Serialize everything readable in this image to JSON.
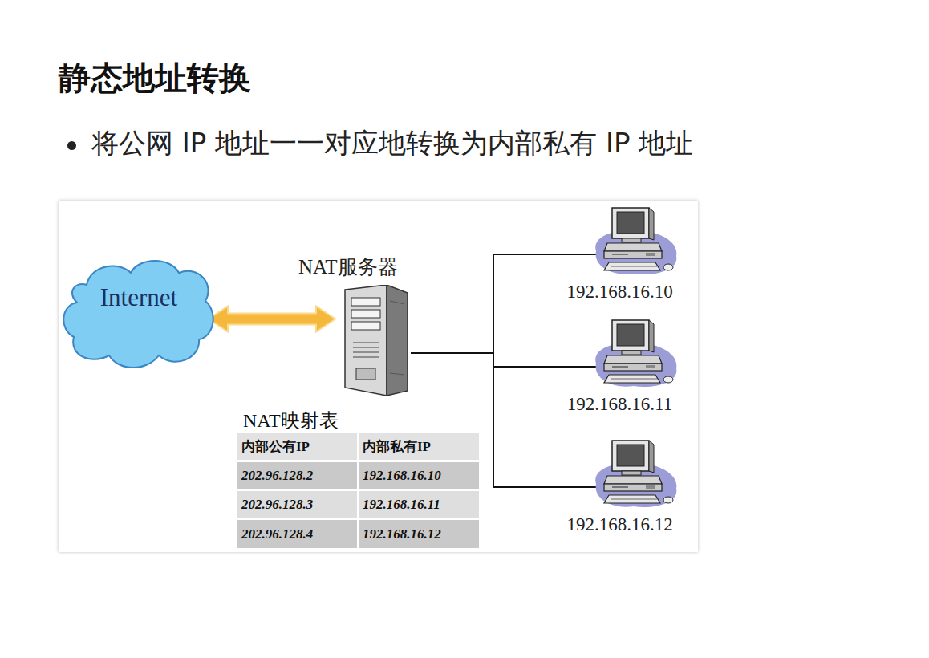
{
  "diagram": {
    "title": "静态地址转换",
    "nodes": [
      {
        "text": [
          "Internet"
        ]
      },
      {
        "text": [
          "NAT服务器"
        ]
      },
      {
        "text": [
          "192.168.16.10"
        ]
      },
      {
        "text": [
          "192.168.16.11"
        ]
      },
      {
        "text": [
          "192.168.16.12"
        ]
      }
    ],
    "edges": [
      {
        "from": 0,
        "to": 1,
        "arrow": "both"
      },
      {
        "from": 1,
        "to": 2,
        "arrow": "none"
      },
      {
        "from": 1,
        "to": 3,
        "arrow": "none"
      },
      {
        "from": 1,
        "to": 4,
        "arrow": "none"
      }
    ],
    "labels": [
      "将公网 IP 地址一一对应地转换为内部私有 IP 地址",
      "NAT映射表",
      "内部公有IP",
      "内部私有IP",
      "202.96.128.2",
      "192.168.16.10",
      "202.96.128.3",
      "192.168.16.11",
      "202.96.128.4",
      "192.168.16.12"
    ]
  }
}
